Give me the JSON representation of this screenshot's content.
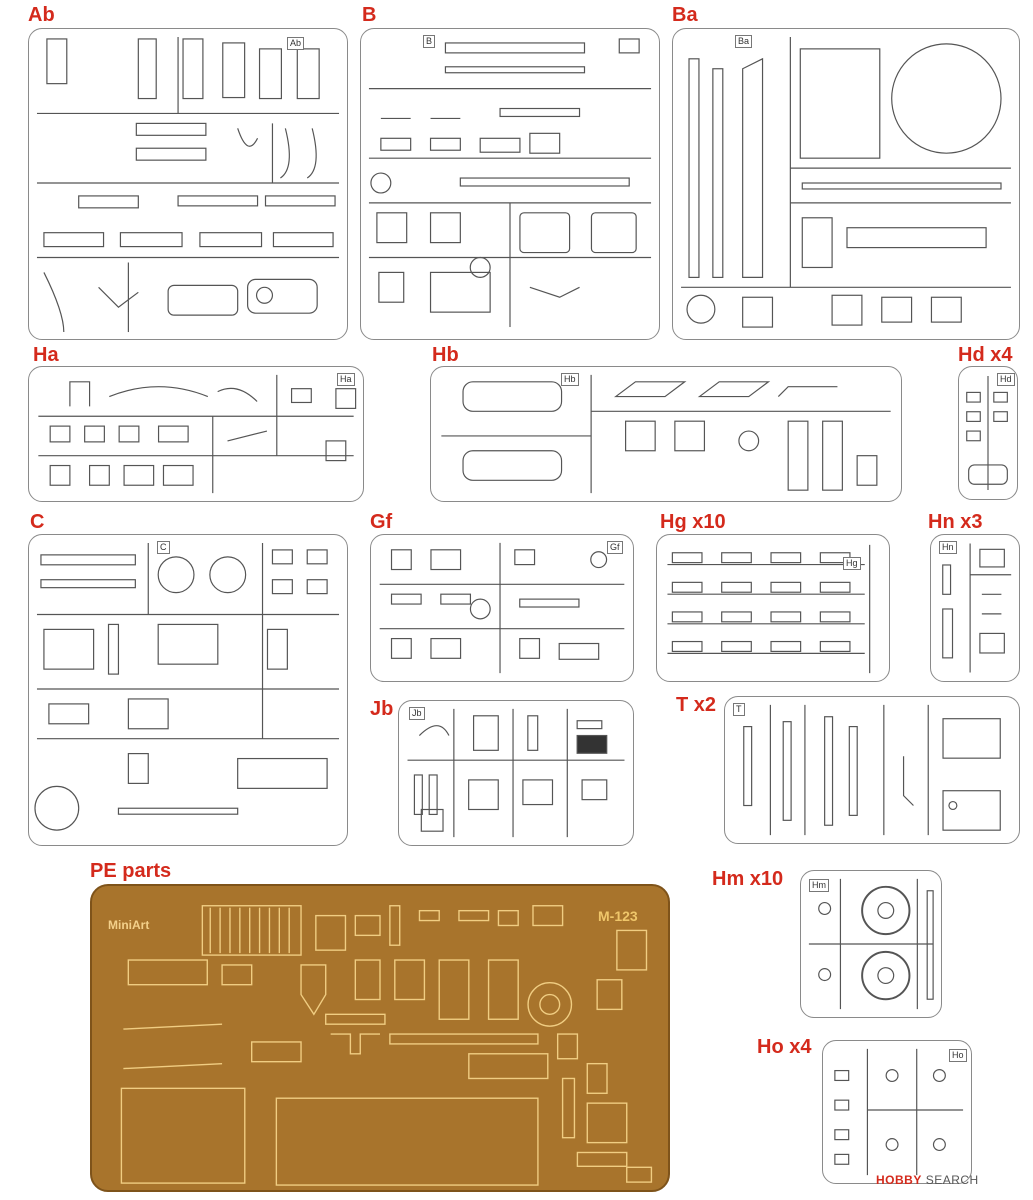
{
  "sprues": {
    "Ab": {
      "label": "Ab",
      "tag": "Ab"
    },
    "B": {
      "label": "B",
      "tag": "B"
    },
    "Ba": {
      "label": "Ba",
      "tag": "Ba"
    },
    "Ha": {
      "label": "Ha",
      "tag": "Ha"
    },
    "Hb": {
      "label": "Hb",
      "tag": "Hb"
    },
    "Hd": {
      "label": "Hd x4",
      "tag": "Hd"
    },
    "C": {
      "label": "C",
      "tag": "C"
    },
    "Gf": {
      "label": "Gf",
      "tag": "Gf"
    },
    "Hg": {
      "label": "Hg x10",
      "tag": "Hg"
    },
    "Hn": {
      "label": "Hn x3",
      "tag": "Hn"
    },
    "Jb": {
      "label": "Jb",
      "tag": "Jb"
    },
    "T": {
      "label": "T x2",
      "tag": "T"
    },
    "Hm": {
      "label": "Hm x10",
      "tag": "Hm"
    },
    "Ho": {
      "label": "Ho x4",
      "tag": "Ho"
    }
  },
  "pe": {
    "label": "PE parts",
    "code": "M-123",
    "logo": "MiniArt"
  },
  "watermark": {
    "mark": "HOBBY",
    "text": "SEARCH"
  },
  "colors": {
    "label_red": "#d42a1c",
    "sprue_grey": "#8a8a8a",
    "pe_brass": "#a8742c"
  }
}
